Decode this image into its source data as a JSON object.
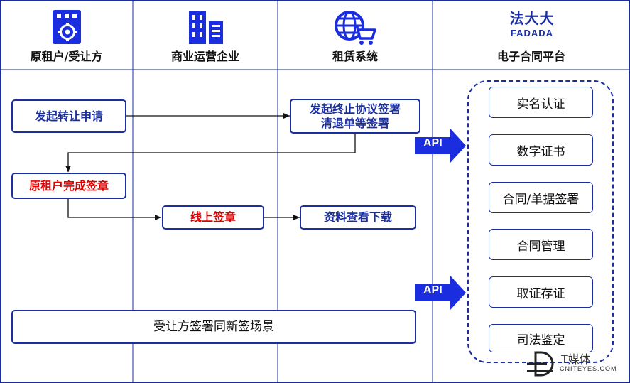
{
  "columns": [
    {
      "label": "原租户/受让方",
      "icon": "office-building-gear-icon"
    },
    {
      "label": "商业运营企业",
      "icon": "buildings-icon"
    },
    {
      "label": "租赁系统",
      "icon": "globe-cart-icon"
    },
    {
      "label": "电子合同平台",
      "icon": "fadada-logo"
    }
  ],
  "logo": {
    "cn": "法大大",
    "en": "FADADA"
  },
  "flow": {
    "initiate_transfer": "发起转让申请",
    "termination_sign_line1": "发起终止协议签署",
    "termination_sign_line2": "清退单等签署",
    "original_tenant_sign": "原租户完成签章",
    "online_seal": "线上签章",
    "doc_view_download": "资料查看下载",
    "assignee_scenario": "受让方签署同新签场景"
  },
  "api": {
    "label_top": "API",
    "label_bottom": "API"
  },
  "platform_services": [
    "实名认证",
    "数字证书",
    "合同/单据签署",
    "合同管理",
    "取证存证",
    "司法鉴定"
  ],
  "watermark": {
    "cn": "T媒体",
    "en": "CNITEYES.COM"
  },
  "colors": {
    "primary": "#1a2ea0",
    "red": "#e00000",
    "line": "#1a2ea0",
    "arrow_fill": "#1a2ee0"
  }
}
